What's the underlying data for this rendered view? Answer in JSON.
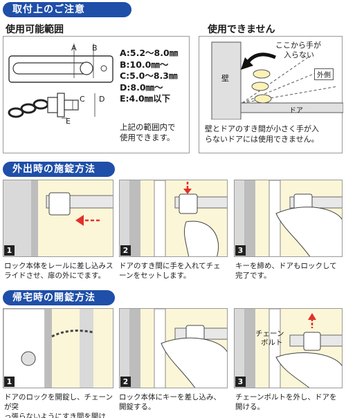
{
  "section1": {
    "title": "取付上のご注意",
    "usable": {
      "title": "使用可能範囲",
      "labels": [
        "A",
        "B",
        "C",
        "D",
        "E"
      ],
      "specs": [
        "A:5.2～8.0㎜",
        "B:10.0㎜～",
        "C:5.0～8.3㎜",
        "D:8.0㎜～",
        "E:4.0㎜以下"
      ],
      "note": [
        "上記の範囲内で",
        "使用できます。"
      ]
    },
    "unusable": {
      "title": "使用できません",
      "hand_note": [
        "ここから手が",
        "入らない"
      ],
      "wall_label": "壁",
      "outside_label": "外側",
      "door_label": "ドア",
      "note": [
        "壁とドアのすき間が小さく手が入",
        "らないドアには使用できません。"
      ]
    }
  },
  "section2": {
    "title": "外出時の施錠方法",
    "steps": [
      {
        "num": "1",
        "caption": [
          "ロック本体をレールに差し込みス",
          "ライドさせ、扉の外にでます。"
        ]
      },
      {
        "num": "2",
        "caption": [
          "ドアのすき間に手を入れてチェ",
          "ーンをセットします。"
        ]
      },
      {
        "num": "3",
        "caption": [
          "キーを締め、ドアもロックして",
          "完了です。"
        ]
      }
    ]
  },
  "section3": {
    "title": "帰宅時の開錠方法",
    "steps": [
      {
        "num": "1",
        "caption": [
          "ドアのロックを開錠し、チェーンが突",
          "っ張らないようにすき間を開ける。"
        ]
      },
      {
        "num": "2",
        "caption": [
          "ロック本体にキーを差し込み、",
          "開錠する。"
        ]
      },
      {
        "num": "3",
        "caption": [
          "チェーンボルトを外し、ドアを",
          "開ける。"
        ]
      }
    ],
    "chain_bolt_label": [
      "チェーン",
      "ボルト"
    ]
  },
  "colors": {
    "header": "#1f4fa8",
    "panel_bg": "#fcf6d8",
    "arrow": "#e2302b"
  }
}
